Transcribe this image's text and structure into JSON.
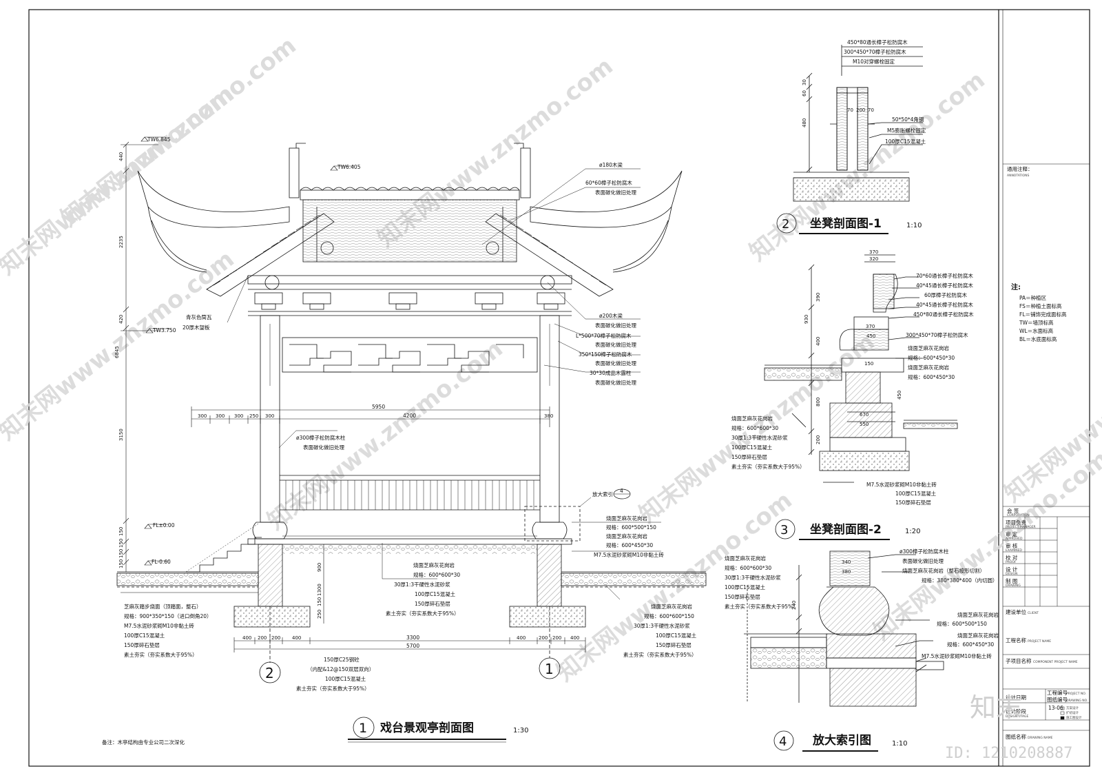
{
  "drawing": {
    "main_title": "戏台景观亭剖面图",
    "main_number": "1",
    "main_scale": "1:30",
    "seat1_title": "坐凳剖面图-1",
    "seat1_number": "2",
    "seat1_scale": "1:10",
    "seat2_title": "坐凳剖面图-2",
    "seat2_number": "3",
    "seat2_scale": "1:20",
    "detail_title": "放大索引图",
    "detail_number": "4",
    "detail_scale": "1:10",
    "remark": "备注：木亭结构由专业公司二次深化"
  },
  "elevations": {
    "tw1": "TW6.845",
    "tw2": "TW6.405",
    "tw3": "TW3.750",
    "fl1": "FL±0.00",
    "fl2": "FL-0.60"
  },
  "dims_left": [
    "440",
    "2235",
    "420",
    "6845",
    "3150",
    "150",
    "150",
    "150",
    "150"
  ],
  "dims_horizontal": {
    "top_total": "5950",
    "top_segments": [
      "300",
      "300",
      "300",
      "250",
      "300",
      "4200",
      "380"
    ],
    "bottom_total": "5700",
    "bottom_middle": "3300",
    "bottom_segments": [
      "400",
      "200",
      "200",
      "400",
      "400",
      "200",
      "200",
      "400"
    ],
    "vertical_inner": [
      "900",
      "1300",
      "150",
      "250"
    ]
  },
  "annotations_main_right": [
    "ø180木梁",
    "60*60樟子松防腐木",
    "表面碳化做旧处理",
    "ø200木梁",
    "表面碳化做旧处理",
    "L*500*70樟子松防腐木",
    "表面碳化做旧处理",
    "350*150樟子松防腐木",
    "表面碳化做旧处理",
    "30*30成品木露柱",
    "表面碳化做旧处理"
  ],
  "annotations_main_left": [
    "青灰色筒瓦",
    "20厚木望板"
  ],
  "column_note": [
    "ø300樟子松防腐木柱",
    "表面碳化做旧处理"
  ],
  "index_note": {
    "label": "放大索引",
    "number": "4"
  },
  "paving_notes_right": [
    "烧面芝麻灰花岗岩",
    "规格：600*500*150",
    "烧面芝麻灰花岗岩",
    "规格：600*450*30",
    "M7.5水泥砂浆砌M10非黏土砖"
  ],
  "floor_layers_center": [
    "烧面芝麻灰花岗岩",
    "规格：600*600*30",
    "30厚1:3干硬性水泥砂浆",
    "100厚C15混凝土",
    "150厚碎石垫层",
    "素土夯实（夯实系数大于95%）"
  ],
  "stair_layers": [
    "芝麻灰踏步烧面（顶踏面，整石）",
    "规格：900*350*150（进口倒角20）",
    "M7.5水泥砂浆砌M10非黏土砖",
    "100厚C15混凝土",
    "150厚碎石垫层",
    "素土夯实（夯实系数大于95%）"
  ],
  "footing_layers": [
    "150厚C25钢砼",
    "（内配&12@150双层双向）",
    "100厚C15混凝土",
    "素土夯实（夯实系数大于95%）"
  ],
  "outer_layers": [
    "烧面芝麻灰花岗岩",
    "规格：600*600*150",
    "30厚1:3干硬性水泥砂浆",
    "100厚C15混凝土",
    "150厚碎石垫层",
    "素土夯实（夯实系数大于95%）"
  ],
  "seat1_notes": [
    "450*80通长樟子松防腐木",
    "300*450*70樟子松防腐木",
    "M10对穿螺栓固定",
    "50*50*4角钢",
    "M5膨胀螺栓固定",
    "100厚C15混凝土"
  ],
  "seat1_dims": [
    "30",
    "60",
    "480",
    "70",
    "200",
    "70"
  ],
  "seat2_notes": [
    "70*60通长樟子松防腐木",
    "40*45通长樟子松防腐木",
    "60厚樟子松防腐木",
    "40*45通长樟子松防腐木",
    "450*80通长樟子松防腐木",
    "300*450*70樟子松防腐木",
    "烧面芝麻灰花岗岩",
    "规格：600*450*30",
    "烧面芝麻灰花岗岩",
    "规格：600*450*30"
  ],
  "seat2_left_notes": [
    "烧面芝麻灰花岗岩",
    "规格：600*600*30",
    "30厚1:3干硬性水泥砂浆",
    "100厚C15混凝土",
    "150厚碎石垫层",
    "素土夯实（夯实系数大于95%）"
  ],
  "seat2_bottom_notes": [
    "M7.5水泥砂浆砌M10非黏土砖",
    "100厚C15混凝土",
    "150厚碎石垫层"
  ],
  "seat2_dims": [
    "370",
    "320",
    "390",
    "930",
    "400",
    "150",
    "450",
    "800",
    "670",
    "550",
    "200",
    "370",
    "450"
  ],
  "detail_notes_right": [
    "ø300樟子松防腐木柱",
    "表面碳化做旧处理",
    "烧面芝麻灰花岗岩（整石按形切割）",
    "规格：380*380*400（内切圆）",
    "烧面芝麻灰花岗岩",
    "规格：600*500*150",
    "烧面芝麻灰花岗岩",
    "规格：600*450*30",
    "M7.5水泥砂浆砌M10非黏土砖"
  ],
  "detail_notes_left": [
    "烧面芝麻灰花岗岩",
    "规格：600*600*30",
    "30厚1:3干硬性水泥砂浆",
    "100厚C15混凝土",
    "150厚碎石垫层",
    "素土夯实（夯实系数大于95%）"
  ],
  "detail_dims": [
    "340",
    "380",
    "240"
  ],
  "notes_panel": {
    "header": "通用注释：",
    "header_en": "ANNOTATIONS",
    "note_title": "注:",
    "items": [
      "PA＝种植区",
      "FS＝种植土面标高",
      "FL＝铺饰完成面标高",
      "TW＝墙顶标高",
      "WL＝水面标高",
      "BL＝水底面标高"
    ]
  },
  "title_block": {
    "rows": [
      {
        "cn": "会 签",
        "en": "CORPORATION"
      },
      {
        "cn": "项目负责",
        "en": "PROJECT MANAGER"
      },
      {
        "cn": "审 定",
        "en": "APPROVED"
      },
      {
        "cn": "审 核",
        "en": "EXAMINED"
      },
      {
        "cn": "校 对",
        "en": "PROOF"
      },
      {
        "cn": "设 计",
        "en": "DESIGN"
      },
      {
        "cn": "制 图",
        "en": "DRAWING"
      }
    ],
    "client_cn": "建设单位",
    "client_en": "CLIENT",
    "project_cn": "工程名称",
    "project_en": "PROJECT NAME",
    "sub_cn": "子项目名称",
    "sub_en": "COMPONENT PROJECT NAME",
    "project_no_cn": "工程编号",
    "project_no_en": "PROJECT NO.",
    "drawing_no_cn": "图纸编号",
    "drawing_no_en": "DRAWING NO.",
    "drawing_no_value": "13-06",
    "design_stage_cn": "设计阶段",
    "design_stage_en": "DESIGN STAGE",
    "drawing_name_cn": "图纸名称",
    "drawing_name_en": "DRAWING NAME",
    "stage_options": [
      "方案设计",
      "扩初设计",
      "施工图设计"
    ],
    "date_cn": "设计日期"
  },
  "watermark": {
    "text": "知末网www.znzmo.com",
    "logo": "知末",
    "id": "ID: 1210208887"
  }
}
